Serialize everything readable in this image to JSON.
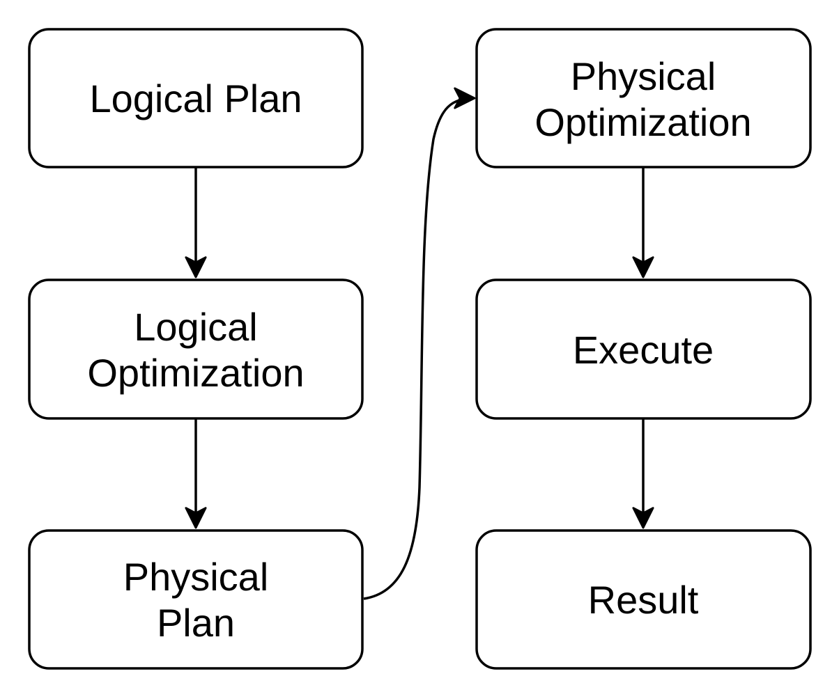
{
  "diagram": {
    "type": "flowchart",
    "background_color": "#ffffff",
    "node_fill_color": "#ffffff",
    "node_border_color": "#000000",
    "text_color": "#000000",
    "arrow_color": "#000000",
    "nodes": [
      {
        "id": "logical-plan",
        "column": "left",
        "row": 1,
        "lines": [
          "Logical Plan"
        ]
      },
      {
        "id": "logical-optimization",
        "column": "left",
        "row": 2,
        "lines": [
          "Logical",
          "Optimization"
        ]
      },
      {
        "id": "physical-plan",
        "column": "left",
        "row": 3,
        "lines": [
          "Physical",
          "Plan"
        ]
      },
      {
        "id": "physical-optimization",
        "column": "right",
        "row": 1,
        "lines": [
          "Physical",
          "Optimization"
        ]
      },
      {
        "id": "execute",
        "column": "right",
        "row": 2,
        "lines": [
          "Execute"
        ]
      },
      {
        "id": "result",
        "column": "right",
        "row": 3,
        "lines": [
          "Result"
        ]
      }
    ],
    "edges": [
      {
        "from": "logical-plan",
        "to": "logical-optimization",
        "style": "straight-down"
      },
      {
        "from": "logical-optimization",
        "to": "physical-plan",
        "style": "straight-down"
      },
      {
        "from": "physical-plan",
        "to": "physical-optimization",
        "style": "curved-up-right"
      },
      {
        "from": "physical-optimization",
        "to": "execute",
        "style": "straight-down"
      },
      {
        "from": "execute",
        "to": "result",
        "style": "straight-down"
      }
    ]
  }
}
